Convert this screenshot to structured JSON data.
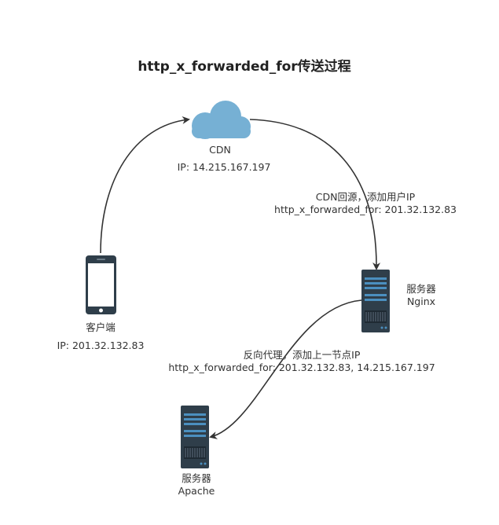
{
  "title": "http_x_forwarded_for传送过程",
  "nodes": {
    "client": {
      "label": "客户端",
      "ip": "IP: 201.32.132.83",
      "icon": "smartphone-icon"
    },
    "cdn": {
      "label": "CDN",
      "ip": "IP: 14.215.167.197",
      "icon": "cloud-icon"
    },
    "nginx": {
      "label_line1": "服务器",
      "label_line2": "Nginx",
      "icon": "server-icon"
    },
    "apache": {
      "label_line1": "服务器",
      "label_line2": "Apache",
      "icon": "server-icon"
    }
  },
  "edges": {
    "cdn_to_nginx": {
      "line1": "CDN回源，添加用户IP",
      "line2": "http_x_forwarded_for: 201.32.132.83"
    },
    "nginx_to_apache": {
      "line1": "反向代理，添加上一节点IP",
      "line2": "http_x_forwarded_for: 201.32.132.83, 14.215.167.197"
    }
  },
  "colors": {
    "cloud": "#76b0d4",
    "server_body": "#2f3e4a",
    "server_bar": "#4b8fbf",
    "phone": "#2f3e4a",
    "arrow": "#333333"
  }
}
